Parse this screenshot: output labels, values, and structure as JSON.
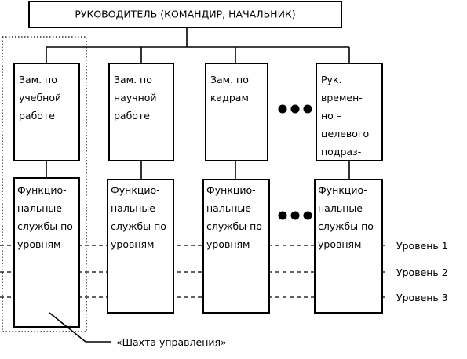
{
  "head": {
    "label": "РУКОВОДИТЕЛЬ (КОМАНДИР, НАЧАЛЬНИК)"
  },
  "deputies": [
    {
      "lines": [
        "Зам. по",
        "учебной",
        "работе"
      ]
    },
    {
      "lines": [
        "Зам. по",
        "научной",
        "работе"
      ]
    },
    {
      "lines": [
        "Зам. по",
        "кадрам"
      ]
    },
    {
      "lines": [
        "Рук.",
        "времен-",
        "но –",
        "целевого",
        "подраз-"
      ]
    }
  ],
  "services": [
    {
      "lines": [
        "Функцио-",
        "нальные",
        "службы по",
        "уровням"
      ]
    },
    {
      "lines": [
        "Функцио-",
        "нальные",
        "службы по",
        "уровням"
      ]
    },
    {
      "lines": [
        "Функцио-",
        "нальные",
        "службы по",
        "уровням"
      ]
    },
    {
      "lines": [
        "Функцио-",
        "нальные",
        "службы по",
        "уровням"
      ]
    }
  ],
  "levels": [
    "Уровень 1",
    "Уровень 2",
    "Уровень 3"
  ],
  "shaft_label": "«Шахта управления»"
}
